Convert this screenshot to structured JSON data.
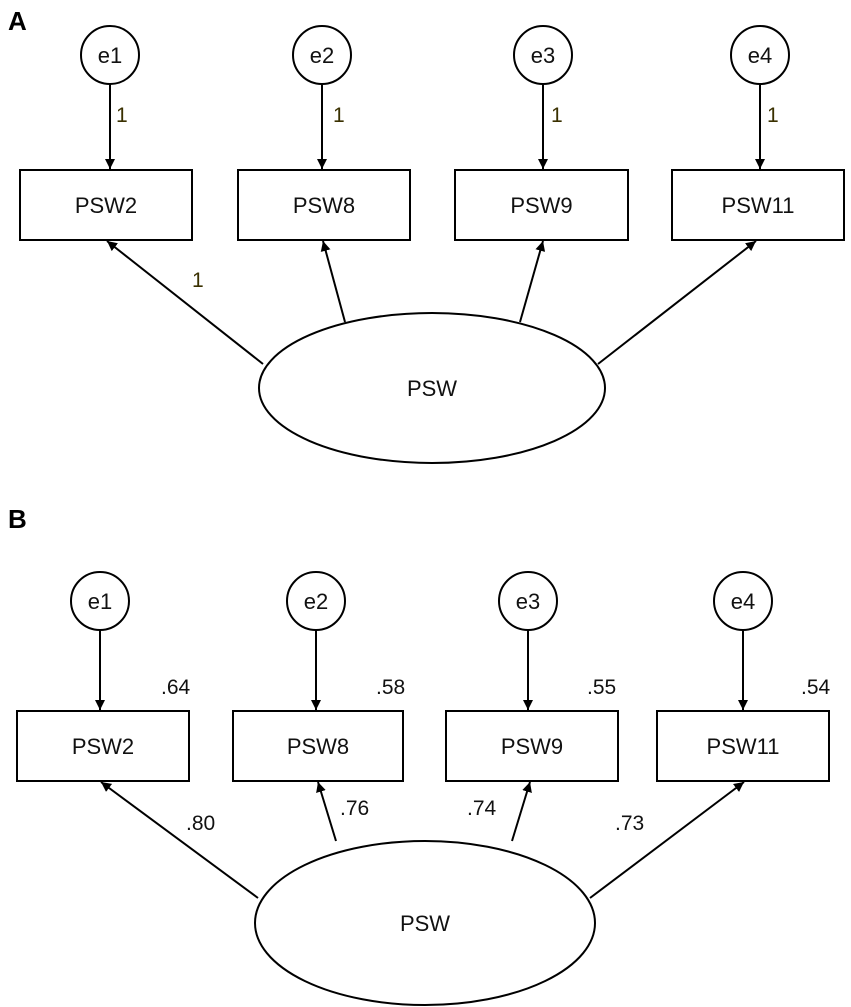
{
  "panels": [
    {
      "label": "A",
      "latent": "PSW",
      "errors": [
        "e1",
        "e2",
        "e3",
        "e4"
      ],
      "indicators": [
        "PSW2",
        "PSW8",
        "PSW9",
        "PSW11"
      ],
      "error_paths": [
        "1",
        "1",
        "1",
        "1"
      ],
      "loadings": [
        "1",
        "",
        "",
        ""
      ],
      "r_squared": [
        "",
        "",
        "",
        ""
      ]
    },
    {
      "label": "B",
      "latent": "PSW",
      "errors": [
        "e1",
        "e2",
        "e3",
        "e4"
      ],
      "indicators": [
        "PSW2",
        "PSW8",
        "PSW9",
        "PSW11"
      ],
      "error_paths": [
        "",
        "",
        "",
        ""
      ],
      "loadings": [
        ".80",
        ".76",
        ".74",
        ".73"
      ],
      "r_squared": [
        ".64",
        ".58",
        ".55",
        ".54"
      ]
    }
  ]
}
